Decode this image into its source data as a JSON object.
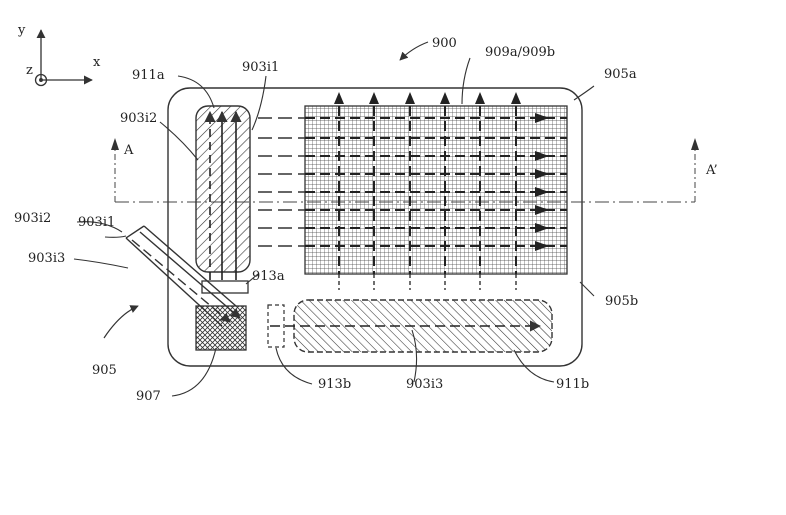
{
  "axes": {
    "y": "y",
    "x": "x",
    "z": "z"
  },
  "labels": {
    "fig_number": "900",
    "grid_label": "909a/909b",
    "frame_top": "905a",
    "frame_right": "905b",
    "section_a": "A",
    "section_a_prime": "A’",
    "left_bar": "911a",
    "left_bar_i1": "903i1",
    "left_bar_i2": "903i2",
    "inlet_i2": "903i2",
    "inlet_i1": "903i1",
    "inlet_i3": "903i3",
    "upper_pad": "913a",
    "device": "905",
    "source_block": "907",
    "lower_pad": "913b",
    "bottom_i3": "903i3",
    "bottom_bar": "911b"
  }
}
